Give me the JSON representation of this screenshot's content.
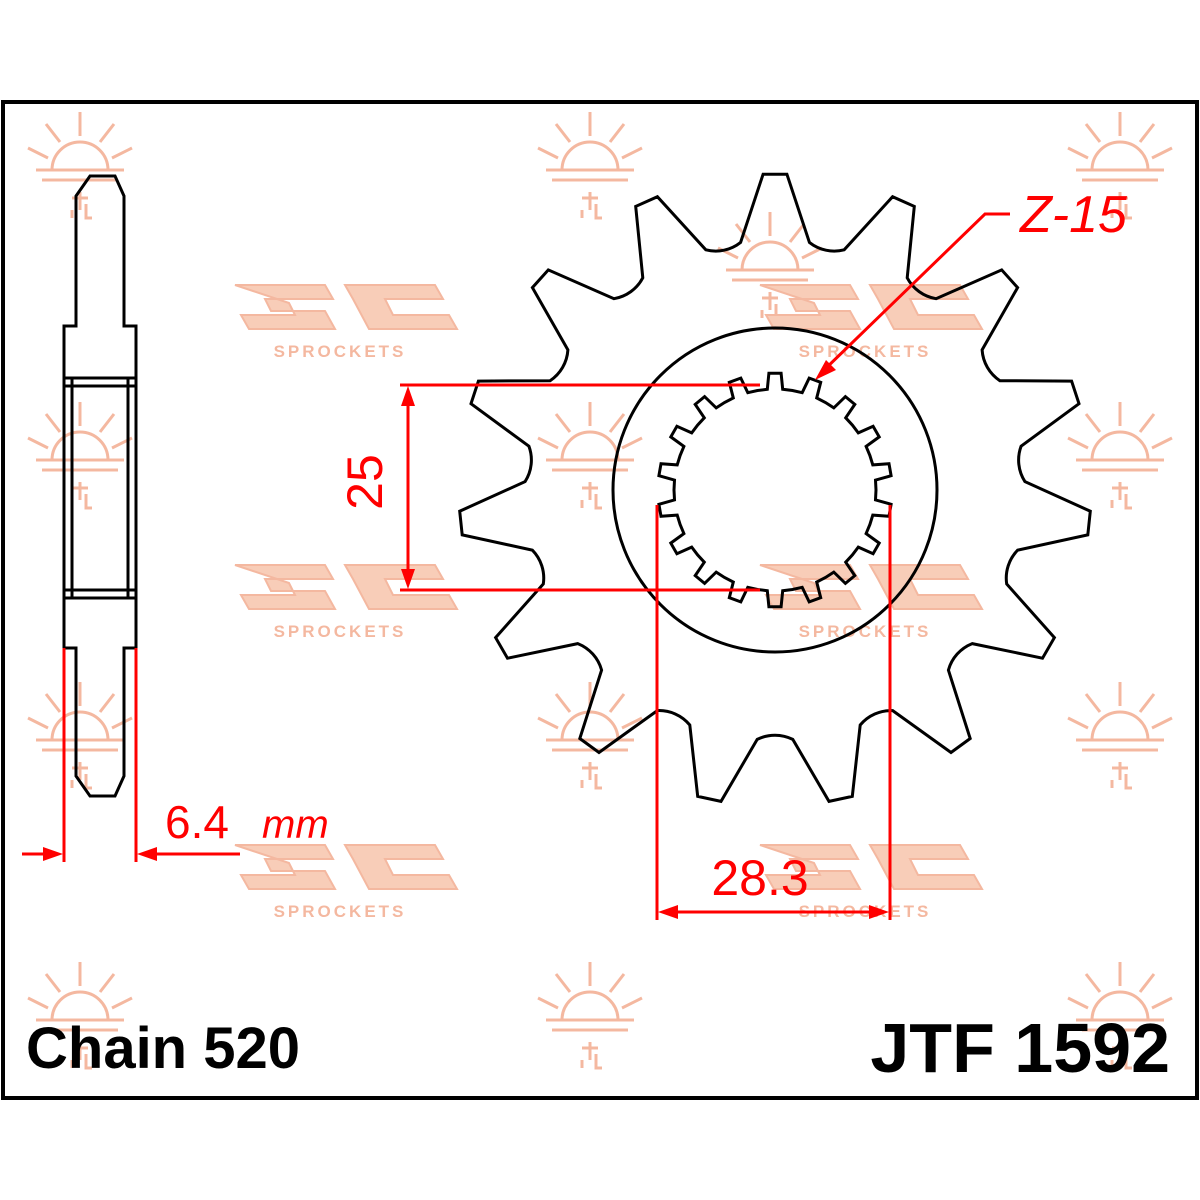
{
  "part_number": "JTF 1592",
  "chain_label": "Chain 520",
  "teeth_label": "Z-15",
  "dimensions": {
    "spline_inner": "25",
    "spline_outer": "28.3",
    "thickness_value": "6.4",
    "thickness_unit": "mm"
  },
  "sprocket": {
    "teeth": 15,
    "spline_teeth": 18
  },
  "watermark": {
    "brand_text": "SPROCKETS"
  },
  "colors": {
    "dimension": "#ff0000",
    "outline": "#000000",
    "watermark": "#f4b8a0"
  }
}
